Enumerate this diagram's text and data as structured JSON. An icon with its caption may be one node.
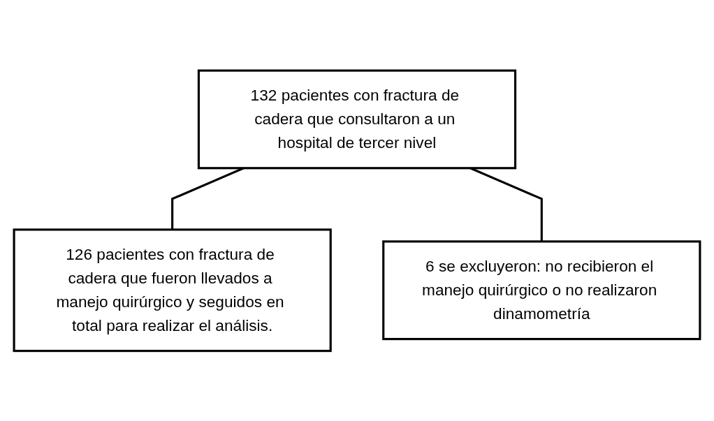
{
  "diagram": {
    "nodes": [
      {
        "text": [
          "132 pacientes con fractura de cadera que consultaron a un hospital de tercer nivel"
        ]
      },
      {
        "text": [
          "6 se excluyeron: no recibieron el manejo quirúrgico o no realizaron dinamometría"
        ]
      },
      {
        "text": [
          "126 pacientes con fractura de cadera que fueron llevados a manejo quirúrgico y seguidos en total para realizar el análisis."
        ]
      }
    ],
    "edges": [
      {
        "from": 0,
        "to": 2,
        "arrow": "none"
      },
      {
        "from": 0,
        "to": 1,
        "arrow": "none"
      }
    ]
  }
}
